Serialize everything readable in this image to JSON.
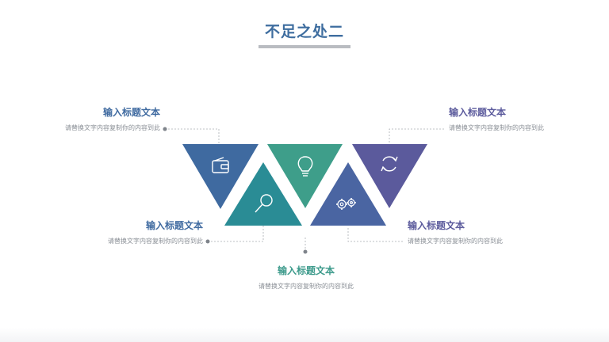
{
  "title": "不足之处二",
  "items": [
    {
      "heading": "输入标题文本",
      "desc": "请替换文字内容复制你的内容到此",
      "icon": "wallet-icon",
      "color": "#3f6aa0"
    },
    {
      "heading": "输入标题文本",
      "desc": "请替换文字内容复制你的内容到此",
      "icon": "magnifier-icon",
      "color": "#2a8c95"
    },
    {
      "heading": "输入标题文本",
      "desc": "请替换文字内容复制你的内容到此",
      "icon": "lightbulb-icon",
      "color": "#3e9e8a"
    },
    {
      "heading": "输入标题文本",
      "desc": "请替换文字内容复制你的内容到此",
      "icon": "gears-icon",
      "color": "#4a65a2"
    },
    {
      "heading": "输入标题文本",
      "desc": "请替换文字内容复制你的内容到此",
      "icon": "refresh-icon",
      "color": "#5b5a9c"
    }
  ]
}
